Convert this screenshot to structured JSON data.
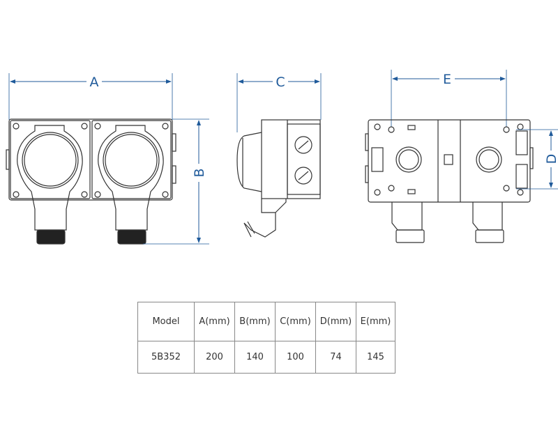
{
  "dimensions": {
    "a": "A",
    "b": "B",
    "c": "C",
    "d": "D",
    "e": "E"
  },
  "colors": {
    "dimension": "#1f5a9a",
    "outline": "#333333"
  },
  "table": {
    "headers": [
      "Model",
      "A(mm)",
      "B(mm)",
      "C(mm)",
      "D(mm)",
      "E(mm)"
    ],
    "rows": [
      [
        "5B352",
        "200",
        "140",
        "100",
        "74",
        "145"
      ]
    ]
  }
}
